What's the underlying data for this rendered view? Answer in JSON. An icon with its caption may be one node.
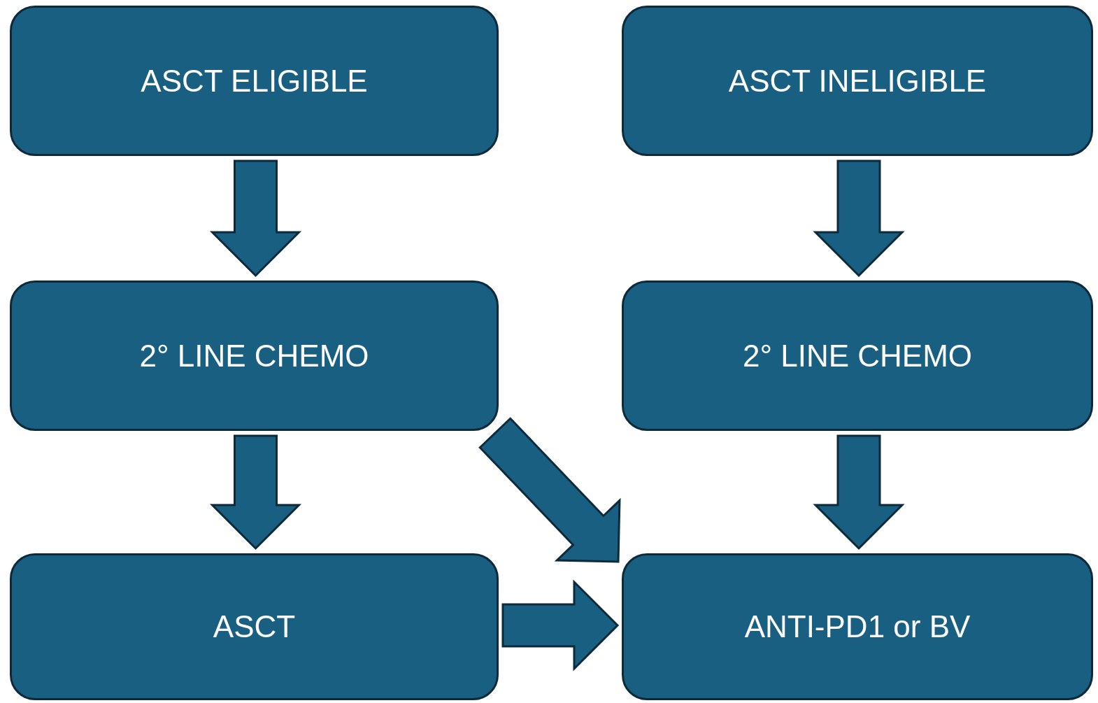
{
  "diagram": {
    "nodes": [
      {
        "text": [
          "ASCT ELIGIBLE"
        ]
      },
      {
        "text": [
          "ASCT INELIGIBLE"
        ]
      },
      {
        "text": [
          "2° LINE CHEMO"
        ]
      },
      {
        "text": [
          "2° LINE CHEMO"
        ]
      },
      {
        "text": [
          "ASCT"
        ]
      },
      {
        "text": [
          "ANTI-PD1 or BV"
        ]
      }
    ],
    "edges": [
      {
        "from": 0,
        "to": 2,
        "arrow": "to"
      },
      {
        "from": 1,
        "to": 3,
        "arrow": "to"
      },
      {
        "from": 2,
        "to": 4,
        "arrow": "to"
      },
      {
        "from": 2,
        "to": 5,
        "arrow": "to"
      },
      {
        "from": 3,
        "to": 5,
        "arrow": "to"
      },
      {
        "from": 4,
        "to": 5,
        "arrow": "to"
      }
    ]
  }
}
